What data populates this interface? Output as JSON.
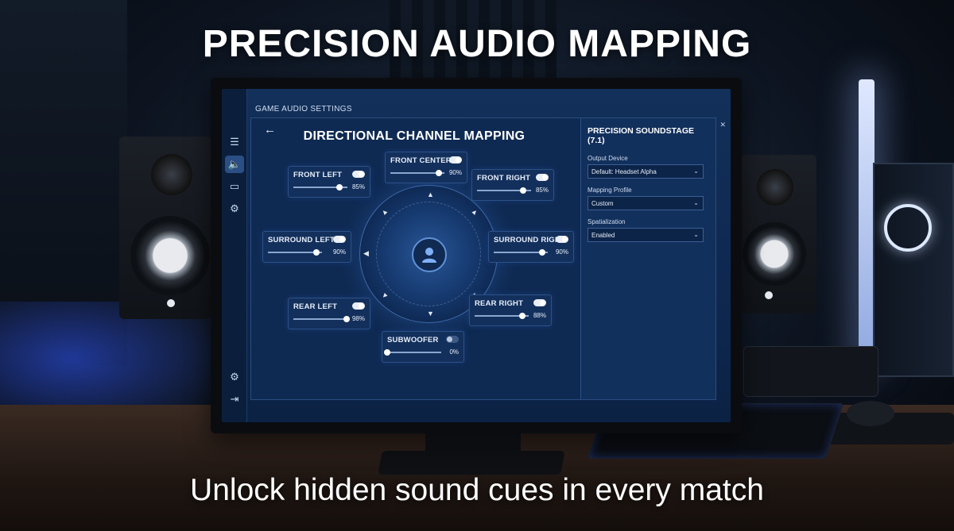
{
  "headline": "PRECISION AUDIO MAPPING",
  "caption": "Unlock hidden sound cues in every match",
  "window": {
    "title": "GAME AUDIO SETTINGS",
    "controls": [
      "–",
      "▢",
      "✕"
    ]
  },
  "rail": {
    "items": [
      {
        "icon": "menu-icon",
        "glyph": "☰"
      },
      {
        "icon": "speaker-icon",
        "glyph": "🔈",
        "active": true
      },
      {
        "icon": "display-icon",
        "glyph": "▭"
      },
      {
        "icon": "gear-icon",
        "glyph": "⚙"
      }
    ],
    "bottom": [
      {
        "icon": "gear-icon",
        "glyph": "⚙"
      },
      {
        "icon": "logout-icon",
        "glyph": "⇥"
      }
    ]
  },
  "page": {
    "back": "←",
    "title": "DIRECTIONAL CHANNEL MAPPING"
  },
  "channels": [
    {
      "id": "front-center",
      "name": "FRONT CENTER",
      "value": "90%",
      "level": 0.9,
      "on": true
    },
    {
      "id": "front-left",
      "name": "FRONT LEFT",
      "value": "85%",
      "level": 0.85,
      "on": true
    },
    {
      "id": "front-right",
      "name": "FRONT RIGHT",
      "value": "85%",
      "level": 0.85,
      "on": true
    },
    {
      "id": "surround-left",
      "name": "SURROUND LEFT",
      "value": "90%",
      "level": 0.9,
      "on": true
    },
    {
      "id": "surround-right",
      "name": "SURROUND RIGHT",
      "value": "90%",
      "level": 0.9,
      "on": true
    },
    {
      "id": "rear-left",
      "name": "REAR LEFT",
      "value": "98%",
      "level": 0.98,
      "on": true
    },
    {
      "id": "rear-right",
      "name": "REAR RIGHT",
      "value": "88%",
      "level": 0.88,
      "on": true
    },
    {
      "id": "subwoofer",
      "name": "SUBWOOFER",
      "value": "0%",
      "level": 0.0,
      "on": false
    }
  ],
  "side": {
    "title": "PRECISION SOUNDSTAGE (7.1)",
    "fields": [
      {
        "label": "Output Device",
        "value": "Default: Headset Alpha"
      },
      {
        "label": "Mapping Profile",
        "value": "Custom"
      },
      {
        "label": "Spatialization",
        "value": "Enabled"
      }
    ]
  },
  "icons": {
    "listener": "user-icon",
    "dropdown": "chevron-down-icon"
  }
}
